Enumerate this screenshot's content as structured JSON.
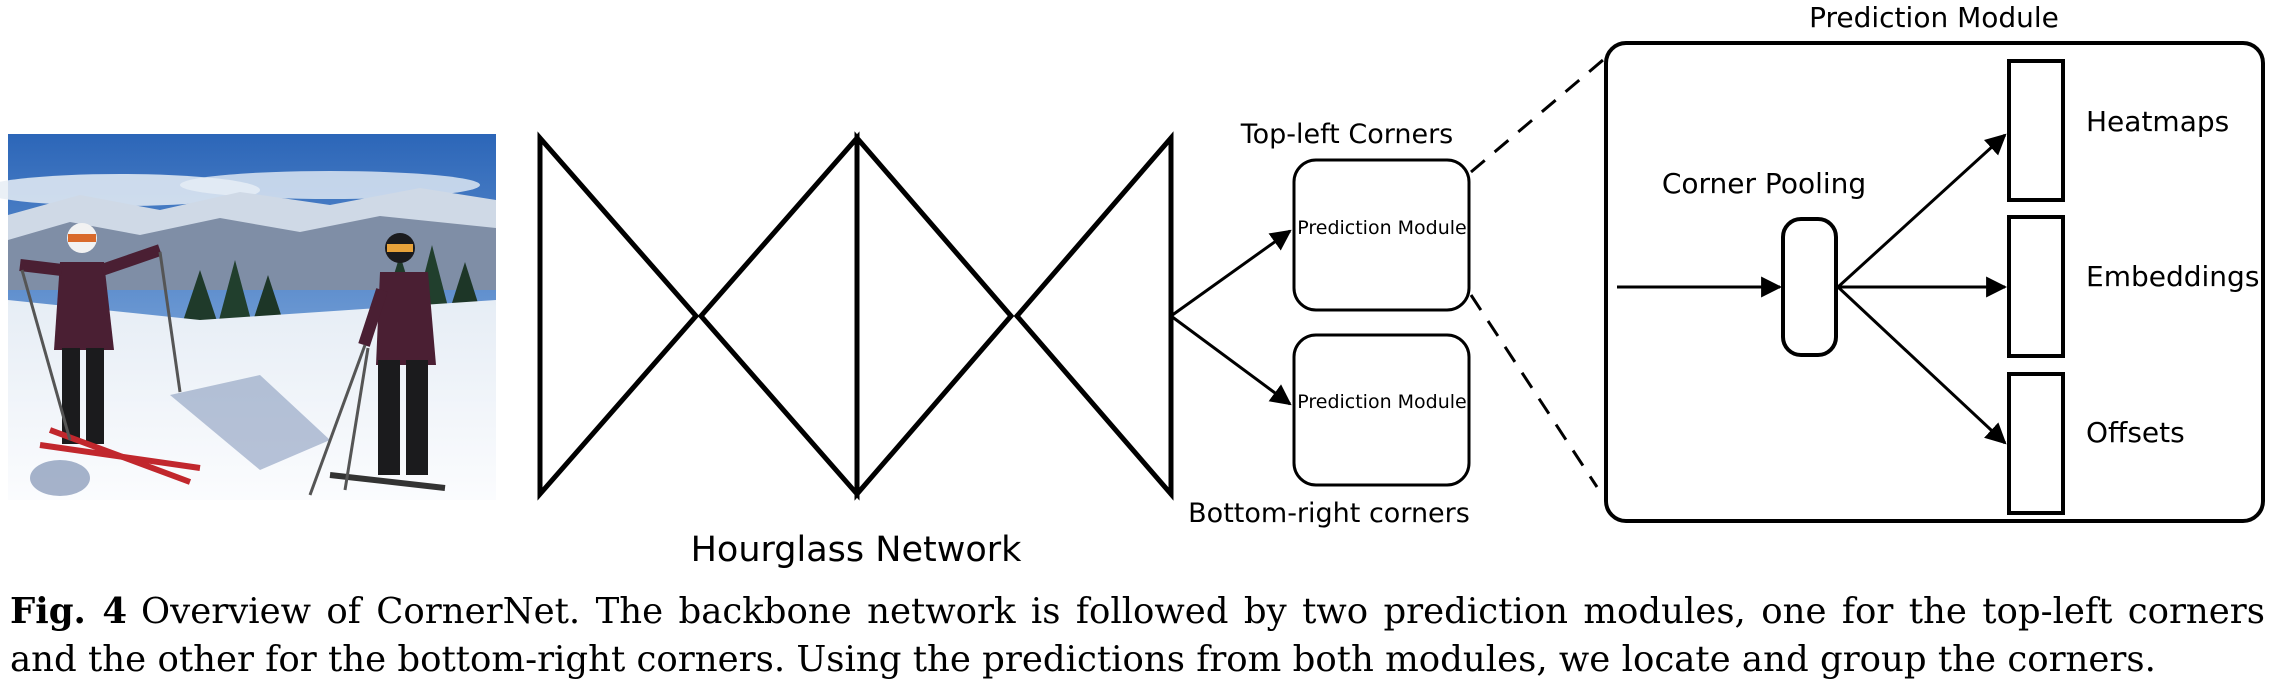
{
  "figure": {
    "hourglass_label": "Hourglass Network",
    "top_left_label": "Top-left Corners",
    "bottom_right_label": "Bottom-right corners",
    "small_module_label": "Prediction Module",
    "expanded_module_title": "Prediction Module",
    "corner_pooling_label": "Corner Pooling",
    "outputs": [
      "Heatmaps",
      "Embeddings",
      "Offsets"
    ]
  },
  "caption": {
    "label": "Fig. 4",
    "text": "Overview of CornerNet. The backbone network is followed by two prediction modules, one for the top-left corners and the other for the bottom-right corners. Using the predictions from both modules, we locate and group the corners."
  },
  "colors": {
    "sky_top": "#2f6fc0",
    "sky_bottom": "#9cc2ea",
    "mountain": "#e9eef4",
    "snow": "#f4f7fb",
    "jacket": "#4a1f33",
    "pants": "#1b1b1d"
  }
}
